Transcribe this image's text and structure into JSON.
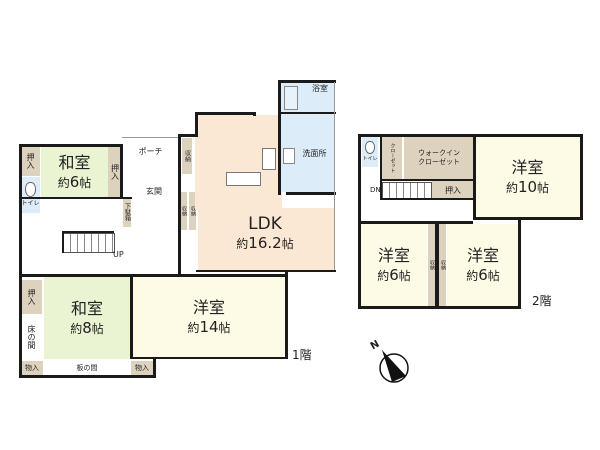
{
  "floor1": {
    "label": "1階",
    "rooms": {
      "washitsu6": {
        "name": "和室",
        "size_prefix": "約",
        "size_num": "6",
        "size_unit": "帖"
      },
      "washitsu8": {
        "name": "和室",
        "size_prefix": "約",
        "size_num": "8",
        "size_unit": "帖"
      },
      "yoshitsu14": {
        "name": "洋室",
        "size_prefix": "約",
        "size_num": "14",
        "size_unit": "帖"
      },
      "ldk": {
        "name": "LDK",
        "size_prefix": "約",
        "size_num": "16.2",
        "size_unit": "帖"
      },
      "bath": {
        "name": "浴室"
      },
      "washroom": {
        "name": "洗面所"
      },
      "porch": {
        "name": "ポーチ"
      },
      "entrance": {
        "name": "玄関"
      },
      "toilet": {
        "name": "トイレ"
      },
      "oshiire_top_left": {
        "name": "押入"
      },
      "oshiire_right": {
        "name": "押入"
      },
      "shoe_cabinet": {
        "name": "下駄箱"
      },
      "shuno_top": {
        "name": "収納"
      },
      "shuno_mid1": {
        "name": "収納"
      },
      "shuno_mid2": {
        "name": "収納"
      },
      "oshiire_bottom": {
        "name": "押入"
      },
      "tokonoma": {
        "name": "床の間"
      },
      "monoire_left": {
        "name": "物入"
      },
      "itanoma": {
        "name": "板の間"
      },
      "monoire_right": {
        "name": "物入"
      },
      "stairs_label": "UP"
    }
  },
  "floor2": {
    "label": "2階",
    "rooms": {
      "yoshitsu10": {
        "name": "洋室",
        "size_prefix": "約",
        "size_num": "10",
        "size_unit": "帖"
      },
      "yoshitsu6a": {
        "name": "洋室",
        "size_prefix": "約",
        "size_num": "6",
        "size_unit": "帖"
      },
      "yoshitsu6b": {
        "name": "洋室",
        "size_prefix": "約",
        "size_num": "6",
        "size_unit": "帖"
      },
      "toilet": {
        "name": "トイレ"
      },
      "closet": {
        "name": "クローゼット"
      },
      "walkin": {
        "name": "ウォークイン\nクローゼット",
        "line1": "ウォークイン",
        "line2": "クローゼット"
      },
      "oshiire": {
        "name": "押入"
      },
      "shuno_a": {
        "name": "収納"
      },
      "shuno_b": {
        "name": "収納"
      },
      "stairs_label": "DN"
    }
  },
  "compass": {
    "label": "N",
    "icon": "north-arrow-icon"
  },
  "colors": {
    "tatami": "#eaf3d2",
    "western": "#fdfbe6",
    "ldk": "#fbe8d4",
    "wet": "#dcecf8",
    "storage": "#ddd2bd",
    "wall": "#1a1a1a"
  }
}
